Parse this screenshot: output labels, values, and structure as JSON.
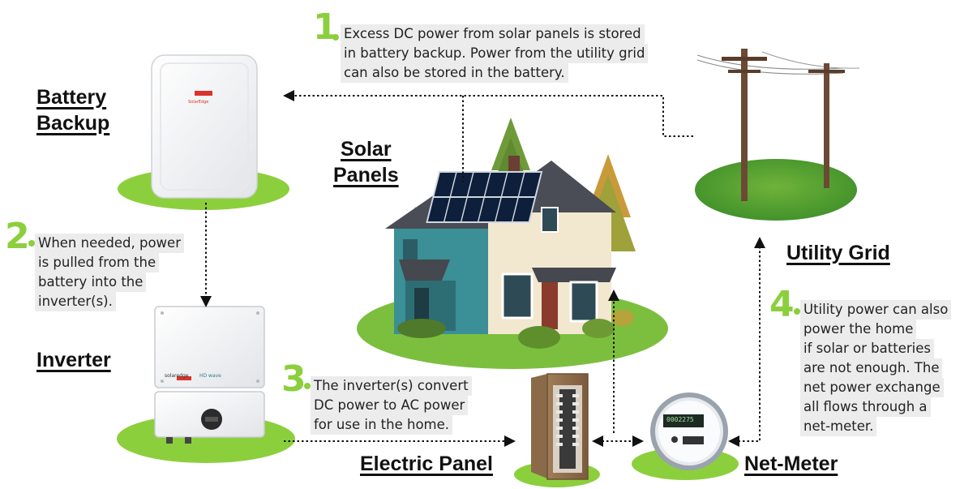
{
  "labels": {
    "battery": "Battery Backup",
    "battery_line1": "Battery",
    "battery_line2": "Backup",
    "inverter": "Inverter",
    "solar_line1": "Solar",
    "solar_line2": "Panels",
    "utility": "Utility Grid",
    "panel": "Electric Panel",
    "meter": "Net-Meter"
  },
  "steps": [
    {
      "number": "1",
      "lines": [
        "Excess DC power from solar panels is stored",
        "in battery backup. Power from the utility grid",
        "can also be stored in the battery."
      ]
    },
    {
      "number": "2",
      "lines": [
        "When needed, power",
        "is pulled from the",
        "battery into the",
        "inverter(s)."
      ]
    },
    {
      "number": "3",
      "lines": [
        "The inverter(s) convert",
        "DC power to AC power",
        "for use in the home."
      ]
    },
    {
      "number": "4",
      "lines": [
        "Utility power can also",
        "power the home",
        "if solar or batteries",
        "are not enough. The",
        "net power exchange",
        "all flows through a",
        "net-meter."
      ]
    }
  ],
  "device_text": {
    "battery_brand": "SolarEdge",
    "inverter_brand": "solaredge",
    "inverter_model": "HD wave",
    "meter_reading": "0002275"
  },
  "colors": {
    "accent_green": "#8ccf3d",
    "note_background": "#ececec",
    "label_text": "#111111"
  }
}
